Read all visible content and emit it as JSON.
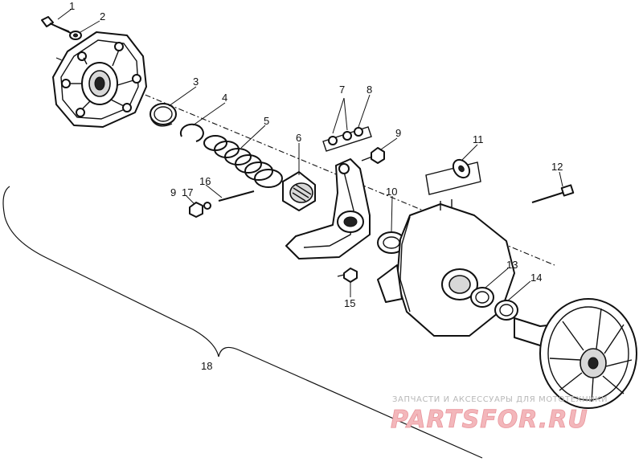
{
  "callouts": {
    "c1": "1",
    "c2": "2",
    "c3": "3",
    "c4": "4",
    "c5": "5",
    "c6": "6",
    "c7": "7",
    "c8": "8",
    "c9a": "9",
    "c9b": "9",
    "c10": "10",
    "c11": "11",
    "c12": "12",
    "c13": "13",
    "c14": "14",
    "c15": "15",
    "c16": "16",
    "c17": "17",
    "c18": "18"
  },
  "watermark": {
    "tagline": "ЗАПЧАСТИ И АКСЕССУАРЫ ДЛЯ МОТОТЕХНИКИ",
    "brand": "PARTSFOR.RU"
  }
}
